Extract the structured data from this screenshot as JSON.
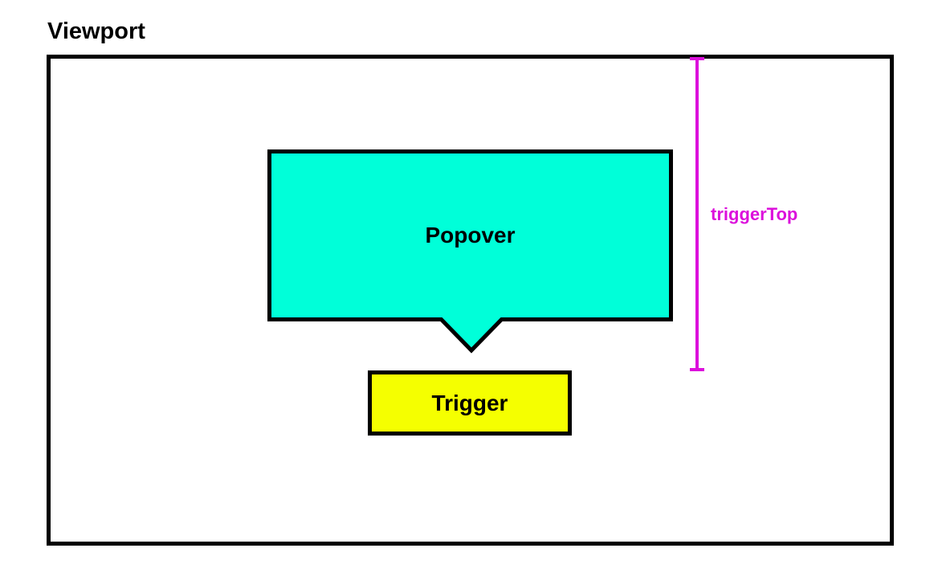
{
  "diagram": {
    "viewport": {
      "label": "Viewport"
    },
    "popover": {
      "label": "Popover"
    },
    "trigger": {
      "label": "Trigger"
    },
    "measurement": {
      "label": "triggerTop"
    }
  },
  "colors": {
    "popover_fill": "#00FFD9",
    "trigger_fill": "#F5FF00",
    "measurement": "#DC10DC",
    "outline": "#000000",
    "background": "#FFFFFF",
    "label_text": "#000000"
  }
}
